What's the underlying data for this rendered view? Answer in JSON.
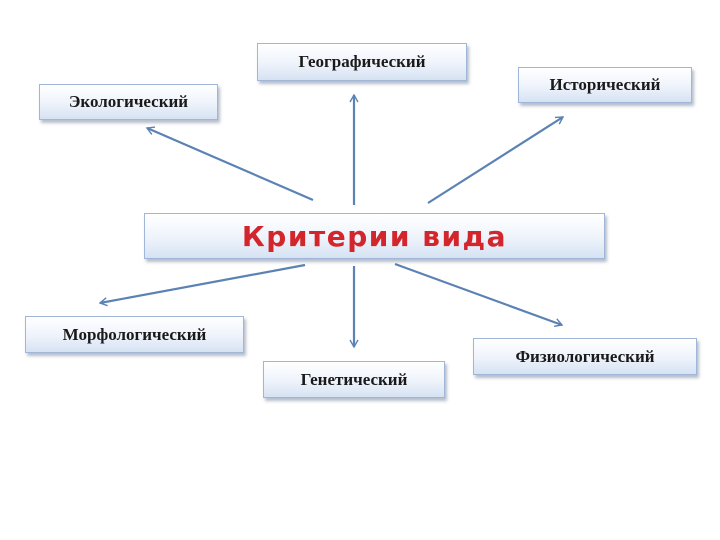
{
  "diagram": {
    "center": "Критерии вида",
    "criteria": {
      "geographic": "Географический",
      "ecological": "Экологический",
      "historical": "Исторический",
      "morphological": "Морфологический",
      "genetic": "Генетический",
      "physiological": "Физиологический"
    }
  },
  "colors": {
    "center_text": "#d3262c",
    "arrow": "#5b82b4",
    "box_border": "#9fb6d8"
  }
}
